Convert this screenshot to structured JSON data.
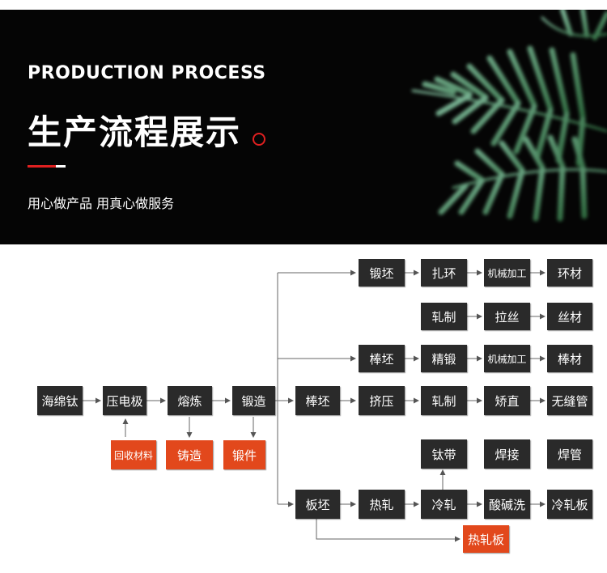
{
  "banner": {
    "title_en": "PRODUCTION PROCESS",
    "title_cn": "生产流程展示",
    "subtitle": "用心做产品 用真心做服务",
    "accent_color": "#e02020",
    "background_color": "#050505",
    "decor": "palm-leaf-image"
  },
  "flow": {
    "dark_node_color": "#2a2a2a",
    "highlight_node_color": "#e2481c",
    "nodes": {
      "haimiantai": "海绵钛",
      "yadianji": "压电极",
      "ronglian": "熔炼",
      "duanzao": "锻造",
      "huishou": "回收材料",
      "zhuzao": "铸造",
      "duanjian": "锻件",
      "duanpi": "锻坯",
      "zhahuan": "扎环",
      "jixie1": "机械加工",
      "huancai": "环材",
      "zhazhi": "轧制",
      "lasi": "拉丝",
      "sicai": "丝材",
      "bangpi1": "棒坯",
      "jingduan": "精锻",
      "jixie2": "机械加工",
      "bangcai": "棒材",
      "bangpi2": "棒坯",
      "jiya": "挤压",
      "zhazhi2": "轧制",
      "jiaozhi": "矫直",
      "wufengguan": "无缝管",
      "taidai": "钛带",
      "hanjie": "焊接",
      "hanguan": "焊管",
      "banpi": "板坯",
      "rezha": "热轧",
      "lengzha": "冷轧",
      "suanjianxi": "酸碱洗",
      "lengzhaban": "冷轧板",
      "rezhaban": "热轧板"
    }
  }
}
